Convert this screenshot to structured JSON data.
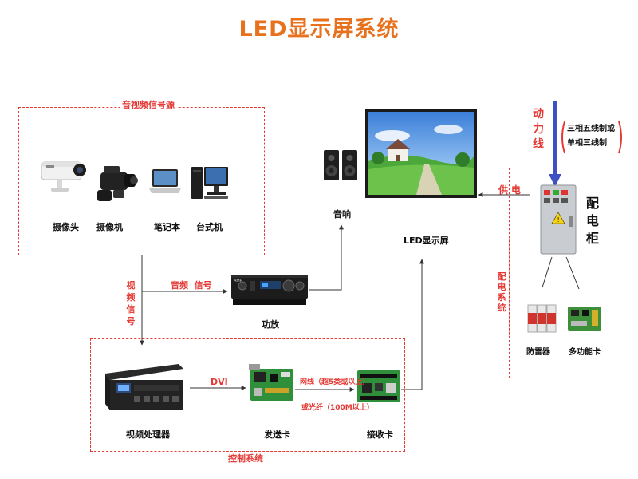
{
  "title": "LED显示屏系统",
  "groups": {
    "source": "音视频信号源",
    "control": "控制系统",
    "power_system": "配电系统"
  },
  "devices": {
    "camera": "摄像头",
    "camcorder": "摄像机",
    "laptop": "笔记本",
    "desktop": "台式机",
    "speaker": "音响",
    "led_screen": "LED显示屏",
    "amplifier": "功放",
    "video_processor": "视频处理器",
    "sender_card": "发送卡",
    "receiver_card": "接收卡",
    "cabinet": "配电柜",
    "surge": "防雷器",
    "multifunction": "多功能卡"
  },
  "signals": {
    "video": "视频信号",
    "audio": "音频  信号",
    "dvi": "DVI",
    "network": "网线（超5类或以上）",
    "fiber": "或光纤（100M以上）",
    "power_line": "动力线",
    "supply": "供电",
    "wiring_line1": "三相五线制或",
    "wiring_line2": "单相三线制"
  },
  "colors": {
    "title": "#e8711d",
    "accent_red": "#e53935",
    "power_arrow": "#3f4fc4",
    "cabinet": "#c9ccd0"
  },
  "icons": {
    "camera": "security-camera-icon",
    "camcorder": "camcorder-icon",
    "laptop": "laptop-icon",
    "desktop": "desktop-computer-icon",
    "speaker": "speaker-icon",
    "amplifier": "amplifier-icon",
    "video_processor": "video-processor-icon",
    "sender_card": "circuit-board-icon",
    "receiver_card": "circuit-board-icon",
    "cabinet": "distribution-cabinet-icon",
    "surge": "surge-protector-icon",
    "multifunction": "circuit-board-icon"
  }
}
